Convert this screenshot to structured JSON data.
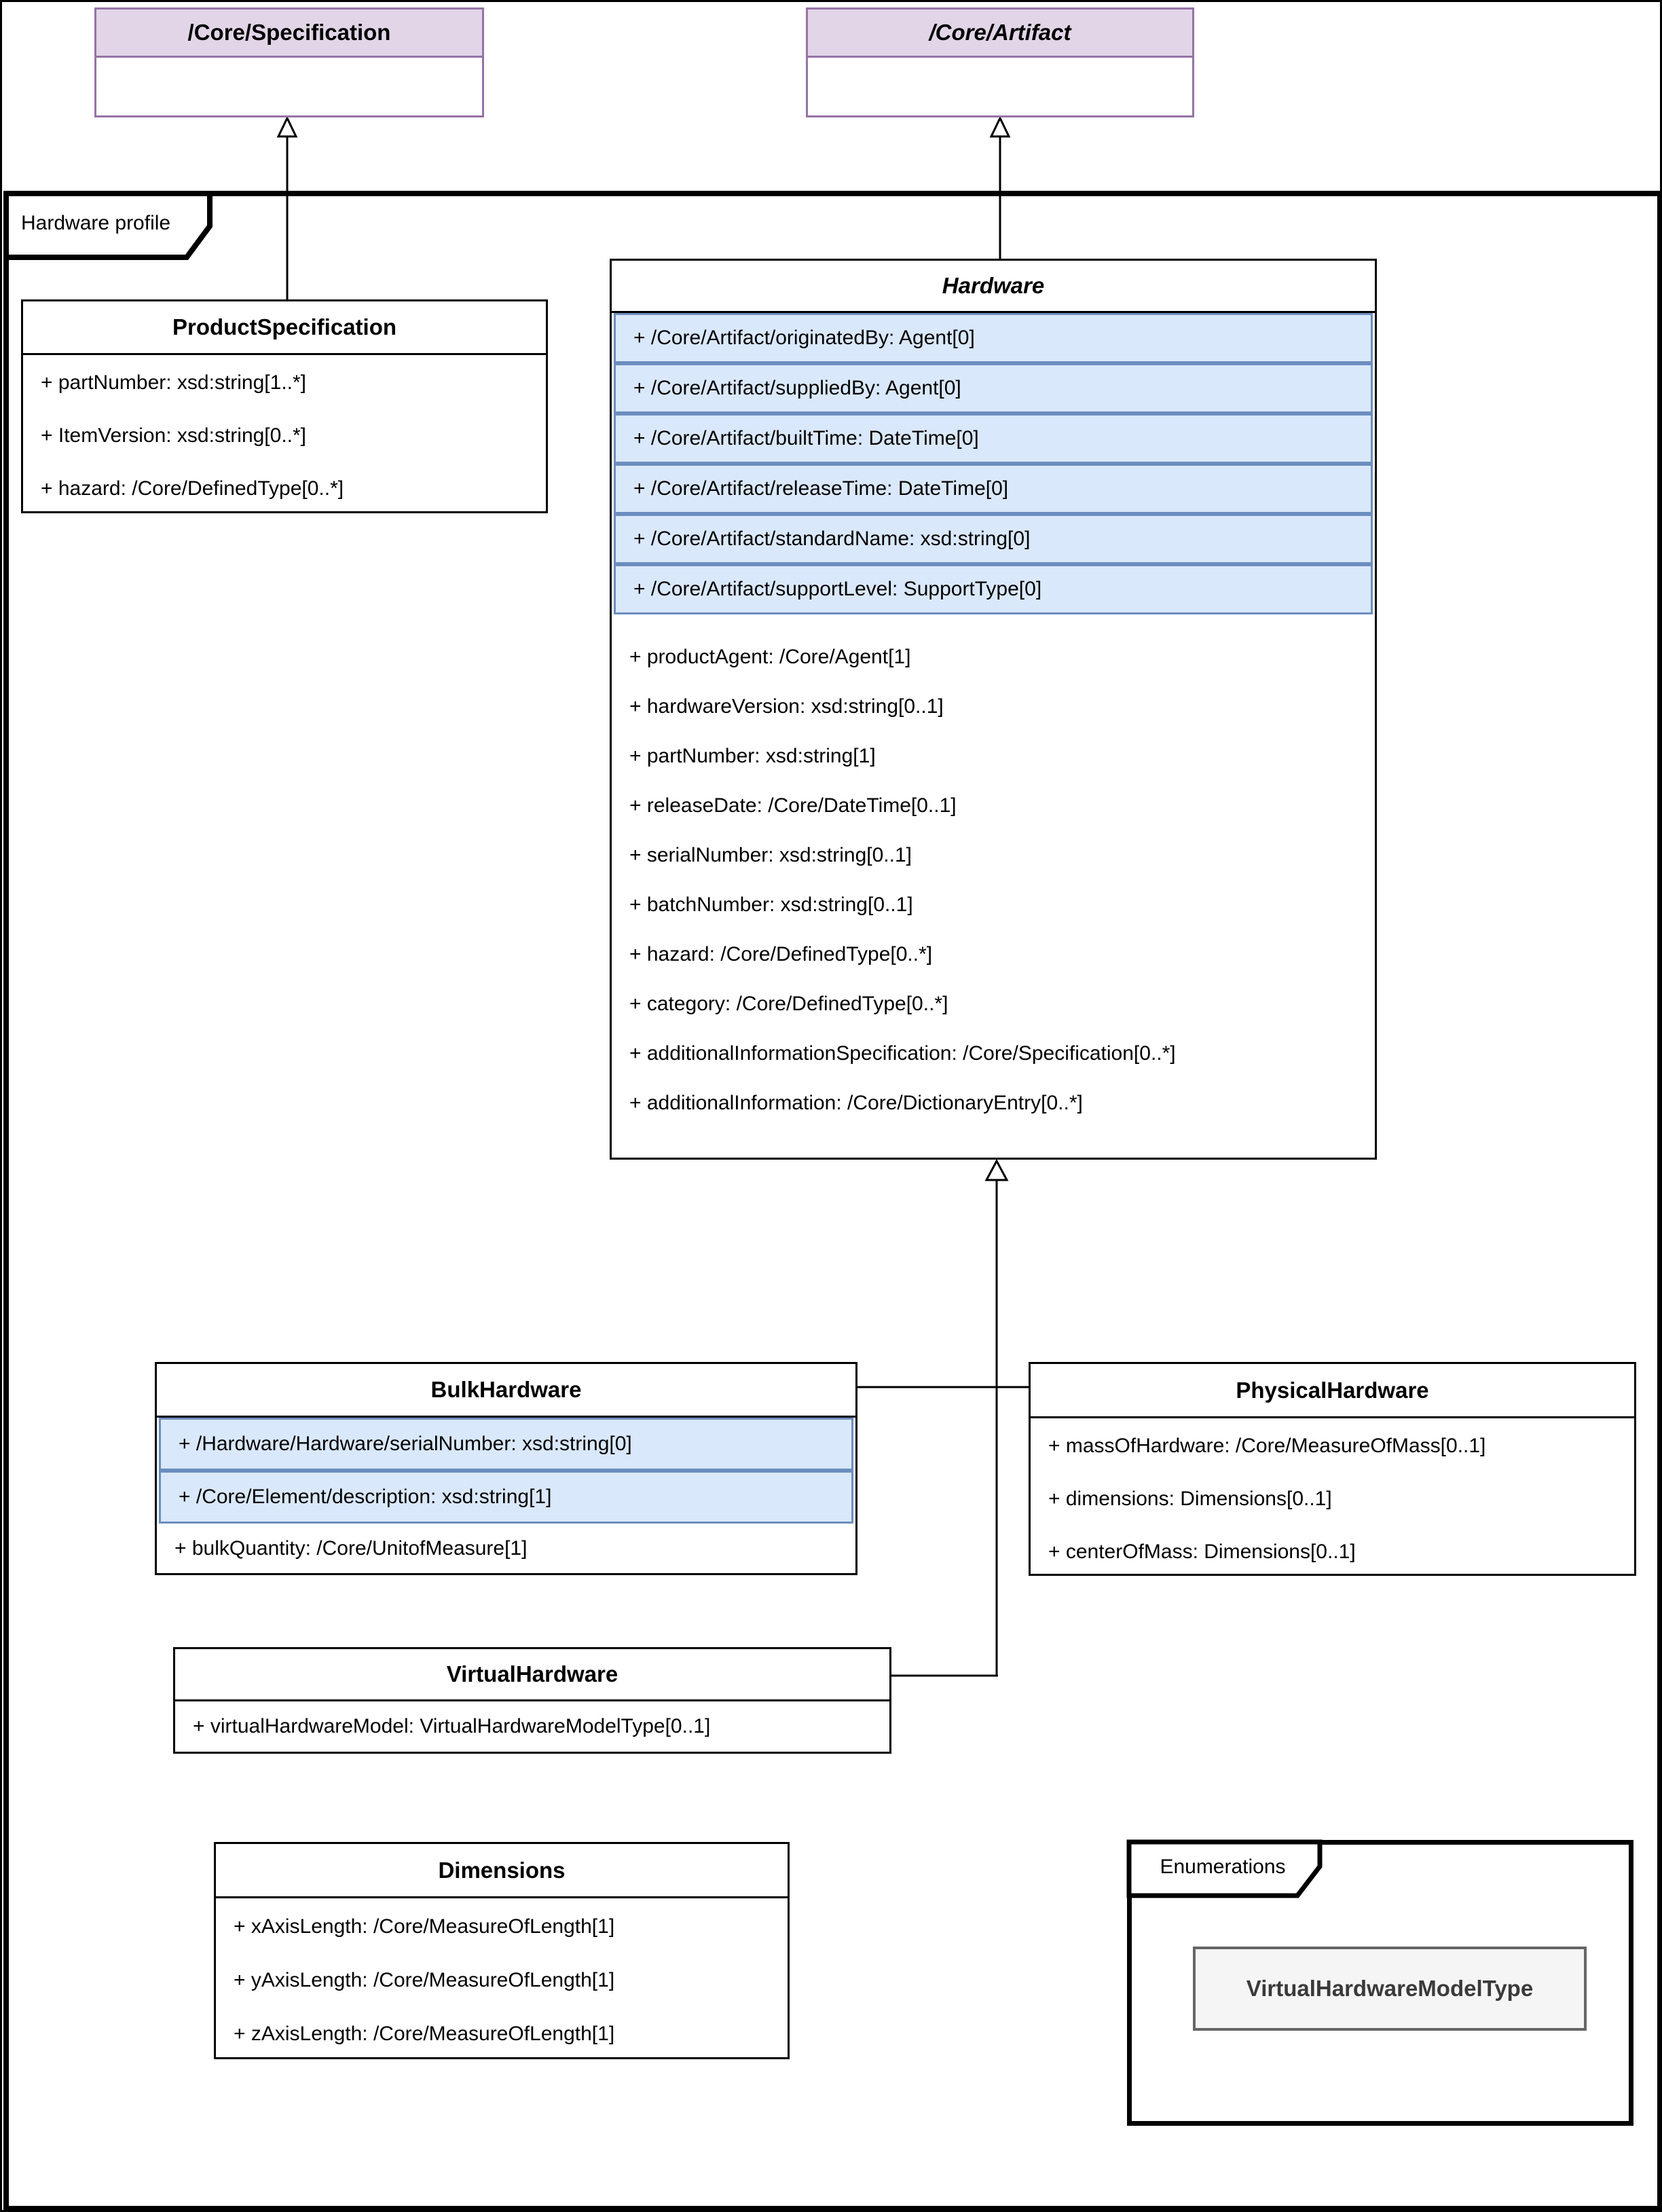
{
  "colors": {
    "purple_fill": "#E1D5E7",
    "purple_border": "#9673A6",
    "blue_fill": "#DAE8FC",
    "blue_border": "#6C8EBF",
    "enum_fill": "#F5F5F5",
    "enum_border": "#666666",
    "black": "#000000"
  },
  "external": {
    "specification": {
      "title": "/Core/Specification"
    },
    "artifact": {
      "title": "/Core/Artifact"
    }
  },
  "package": {
    "label": "Hardware profile"
  },
  "product_specification": {
    "title": "ProductSpecification",
    "attributes": [
      "+ partNumber: xsd:string[1..*]",
      "+ ItemVersion: xsd:string[0..*]",
      "+ hazard: /Core/DefinedType[0..*]"
    ]
  },
  "hardware": {
    "title": "Hardware",
    "inherited_attributes": [
      "+ /Core/Artifact/originatedBy: Agent[0]",
      "+ /Core/Artifact/suppliedBy: Agent[0]",
      "+ /Core/Artifact/builtTime: DateTime[0]",
      "+ /Core/Artifact/releaseTime: DateTime[0]",
      "+ /Core/Artifact/standardName: xsd:string[0]",
      "+ /Core/Artifact/supportLevel: SupportType[0]"
    ],
    "attributes": [
      "+ productAgent: /Core/Agent[1]",
      "+ hardwareVersion: xsd:string[0..1]",
      "+ partNumber: xsd:string[1]",
      "+ releaseDate: /Core/DateTime[0..1]",
      "+ serialNumber: xsd:string[0..1]",
      "+ batchNumber: xsd:string[0..1]",
      "+ hazard: /Core/DefinedType[0..*]",
      "+ category: /Core/DefinedType[0..*]",
      "+ additionalInformationSpecification: /Core/Specification[0..*]",
      "+ additionalInformation: /Core/DictionaryEntry[0..*]"
    ]
  },
  "bulk_hardware": {
    "title": "BulkHardware",
    "inherited_attributes": [
      "+ /Hardware/Hardware/serialNumber: xsd:string[0]",
      "+ /Core/Element/description: xsd:string[1]"
    ],
    "attributes": [
      "+ bulkQuantity: /Core/UnitofMeasure[1]"
    ]
  },
  "physical_hardware": {
    "title": "PhysicalHardware",
    "attributes": [
      "+ massOfHardware: /Core/MeasureOfMass[0..1]",
      "+ dimensions: Dimensions[0..1]",
      "+ centerOfMass: Dimensions[0..1]"
    ]
  },
  "virtual_hardware": {
    "title": "VirtualHardware",
    "attributes": [
      "+ virtualHardwareModel: VirtualHardwareModelType[0..1]"
    ]
  },
  "dimensions_class": {
    "title": "Dimensions",
    "attributes": [
      "+ xAxisLength: /Core/MeasureOfLength[1]",
      "+ yAxisLength: /Core/MeasureOfLength[1]",
      "+ zAxisLength: /Core/MeasureOfLength[1]"
    ]
  },
  "enumerations": {
    "label": "Enumerations",
    "items": [
      "VirtualHardwareModelType"
    ]
  }
}
